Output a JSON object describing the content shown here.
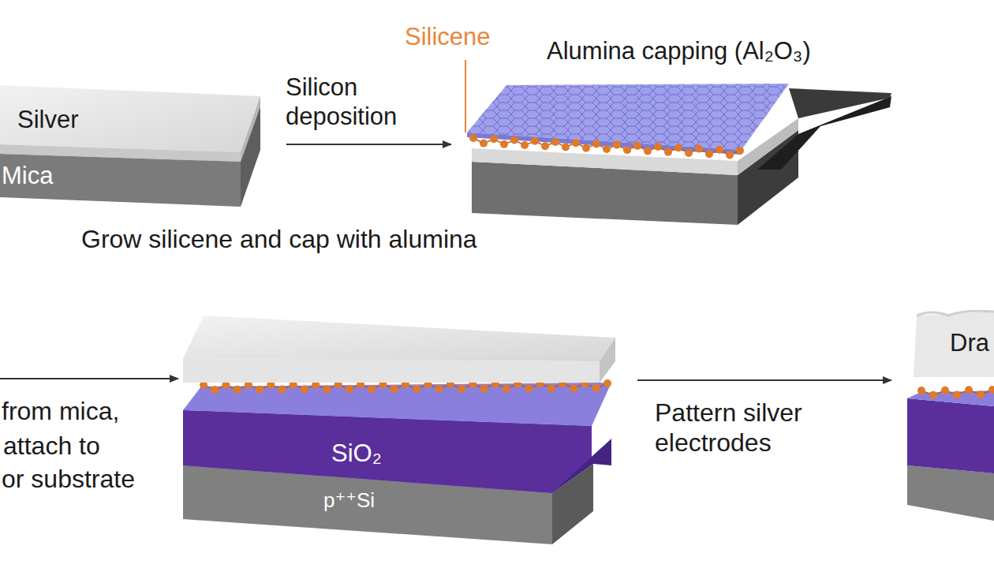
{
  "diagram": {
    "labels": [
      "Silicene",
      "Alumina capping (Al₂O₃)",
      "Silver",
      "Silicon deposition",
      "Mica",
      "Grow silicene and cap with alumina",
      "from mica,",
      "attach to",
      "or substrate",
      "SiO₂",
      "Pattern silver electrodes",
      "p⁺⁺Si",
      "Dra"
    ]
  }
}
